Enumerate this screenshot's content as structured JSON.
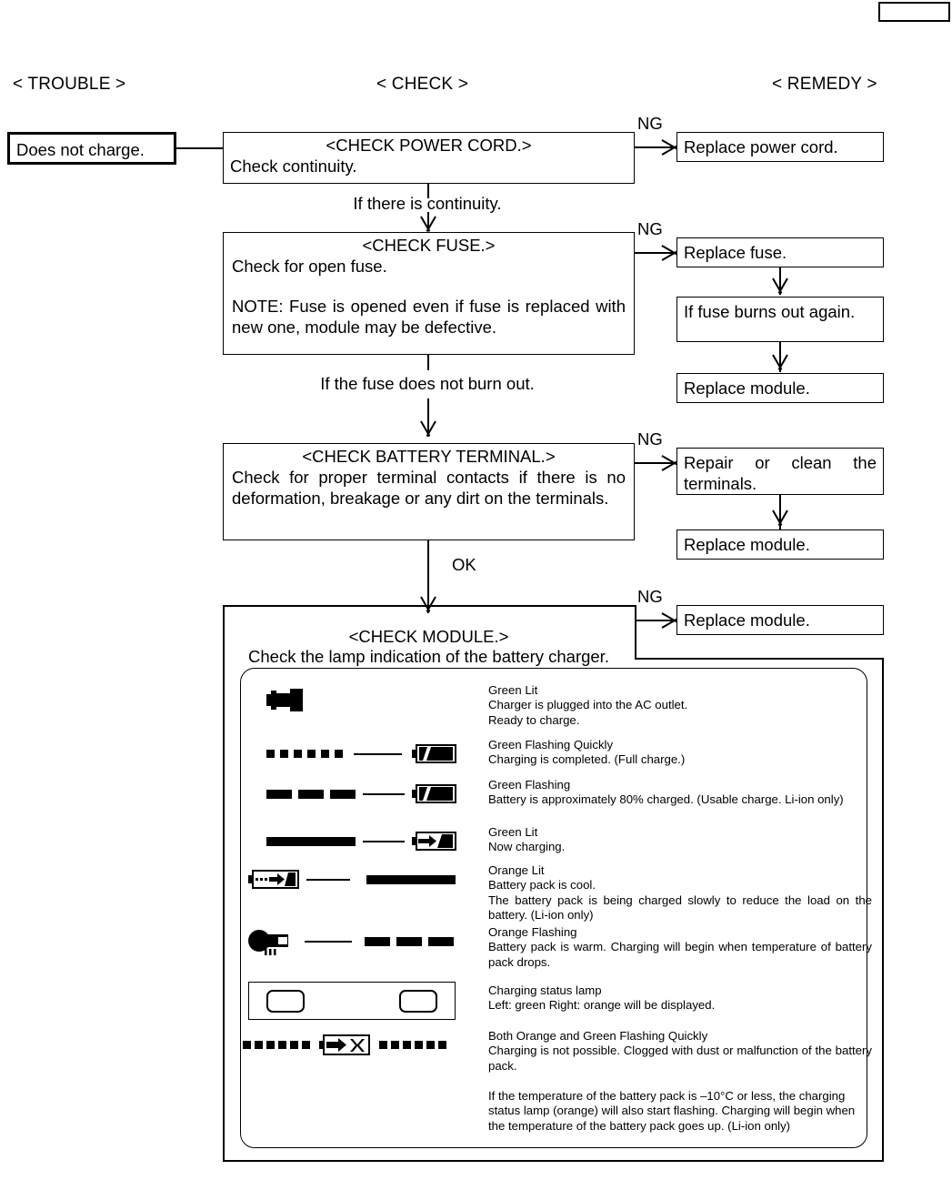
{
  "page": {
    "page_number_box": ""
  },
  "columns": {
    "trouble": "< TROUBLE >",
    "check": "< CHECK >",
    "remedy": "< REMEDY >"
  },
  "trouble": {
    "label": "Does not charge."
  },
  "connectors": {
    "ng": "NG",
    "ok": "OK",
    "if_continuity": "If there is continuity.",
    "if_fuse_ok": "If the fuse does not burn out."
  },
  "checks": [
    {
      "title": "<CHECK POWER CORD.>",
      "body": "Check continuity."
    },
    {
      "title": "<CHECK FUSE.>",
      "body": "Check for open fuse.",
      "note": "NOTE: Fuse is opened even if fuse is replaced with new one, module may be defective."
    },
    {
      "title": "<CHECK BATTERY TERMINAL.>",
      "body": "Check for proper terminal contacts if there is no deformation, breakage or any dirt on the terminals."
    },
    {
      "title": "<CHECK MODULE.>",
      "body": "Check the lamp indication of the battery charger."
    }
  ],
  "remedies": {
    "replace_power_cord": "Replace power cord.",
    "replace_fuse": "Replace fuse.",
    "if_fuse_burns_again": "If fuse burns out again.",
    "replace_module_fuse": "Replace module.",
    "repair_terminals": "Repair or clean the terminals.",
    "replace_module_terminal": "Replace module.",
    "replace_module_module": "Replace module."
  },
  "lamp_table": {
    "rows": [
      {
        "icon": "ac-plug-icon",
        "heading": "Green Lit",
        "lines": [
          "Charger is plugged into the AC outlet.",
          "Ready to charge."
        ]
      },
      {
        "icon": "fast-flash-battery-full-icon",
        "heading": "Green Flashing Quickly",
        "lines": [
          "Charging is completed. (Full charge.)"
        ]
      },
      {
        "icon": "slow-flash-battery-full-icon",
        "heading": "Green Flashing",
        "lines": [
          "Battery is approximately 80% charged. (Usable charge. Li-ion only)"
        ]
      },
      {
        "icon": "solid-bar-battery-charging-icon",
        "heading": "Green Lit",
        "lines": [
          "Now charging."
        ]
      },
      {
        "icon": "battery-slow-charge-solid-bar-icon",
        "heading": "Orange Lit",
        "lines": [
          "Battery pack is cool.",
          "The battery pack is being charged slowly to reduce the load on the battery. (Li-ion only)"
        ]
      },
      {
        "icon": "thermometer-flash-icon",
        "heading": "Orange Flashing",
        "lines": [
          "Battery pack is warm. Charging will begin when temperature of battery pack drops."
        ]
      },
      {
        "icon": "charging-status-lamp-icon",
        "heading": "Charging status lamp",
        "lines": [
          "Left: green Right: orange will be displayed."
        ]
      },
      {
        "icon": "battery-error-x-icon",
        "heading": "Both Orange and Green Flashing Quickly",
        "lines": [
          "Charging is not possible. Clogged with dust or malfunction of the battery pack."
        ]
      }
    ],
    "footnote": "If the temperature of the battery pack is –10°C or less, the charging status lamp (orange) will also start flashing. Charging will begin when the temperature of the battery pack goes up. (Li-ion only)"
  }
}
